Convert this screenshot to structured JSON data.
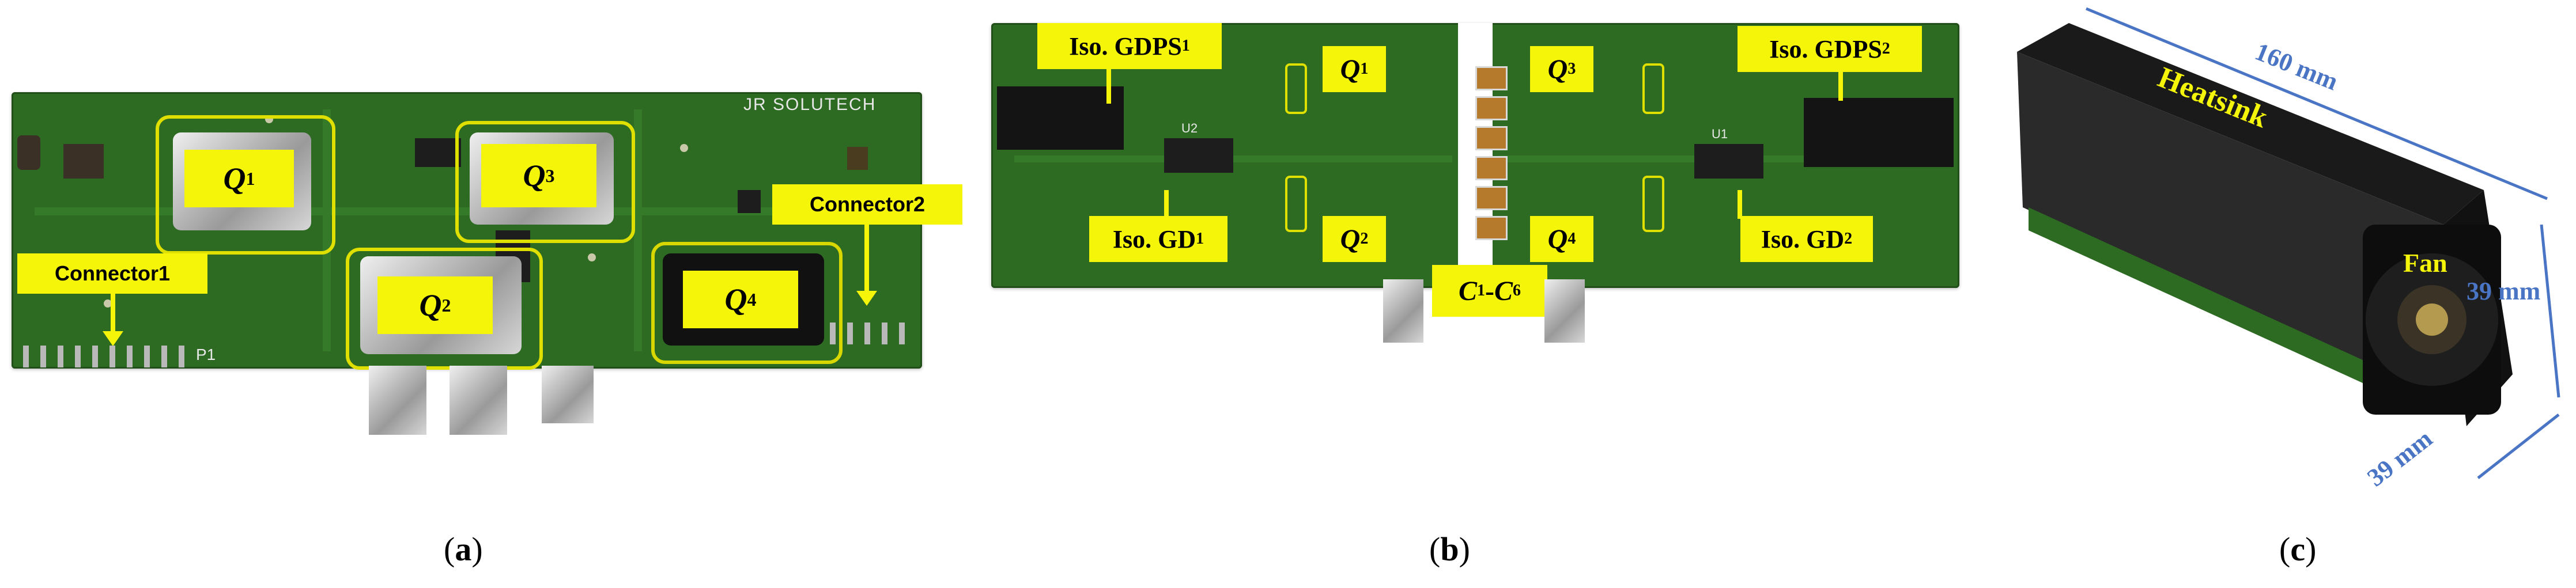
{
  "panel_a": {
    "brand": "JR SOLUTECH",
    "q1": "Q",
    "q1_sub": "1",
    "q2": "Q",
    "q2_sub": "2",
    "q3": "Q",
    "q3_sub": "3",
    "q4": "Q",
    "q4_sub": "4",
    "connector1": "Connector1",
    "connector2": "Connector2",
    "pin_label": "P1",
    "caption": "(a)",
    "caption_open": "(",
    "caption_letter": "a",
    "caption_close": ")"
  },
  "panel_b": {
    "gdps1": "Iso. GDPS",
    "gdps1_sub": "1",
    "gdps2": "Iso. GDPS",
    "gdps2_sub": "2",
    "gd1": "Iso. GD",
    "gd1_sub": "1",
    "gd2": "Iso. GD",
    "gd2_sub": "2",
    "q1": "Q",
    "q1_sub": "1",
    "q2": "Q",
    "q2_sub": "2",
    "q3": "Q",
    "q3_sub": "3",
    "q4": "Q",
    "q4_sub": "4",
    "cap_c": "C",
    "cap_sub1": "1",
    "cap_dash": "-",
    "cap_c2": "C",
    "cap_sub6": "6",
    "u2": "U2",
    "u1": "U1",
    "caption_open": "(",
    "caption_letter": "b",
    "caption_close": ")"
  },
  "panel_c": {
    "heatsink": "Heatsink",
    "fan": "Fan",
    "dim_length": "160 mm",
    "dim_height": "39 mm",
    "dim_depth": "39 mm",
    "caption_open": "(",
    "caption_letter": "c",
    "caption_close": ")"
  },
  "colors": {
    "label_fill": "#f5f50a",
    "pcb_green": "#2d6a22",
    "dimension_blue": "#4a74c4"
  }
}
